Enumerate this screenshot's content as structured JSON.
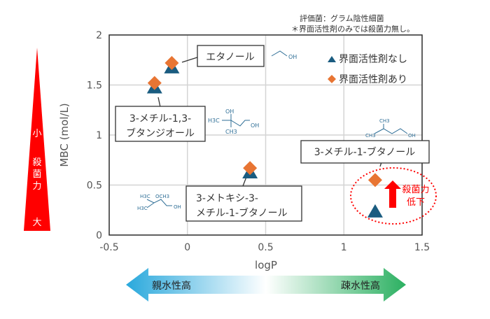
{
  "chart_data": {
    "type": "scatter",
    "xlabel": "logP",
    "ylabel": "MBC (mol/L)",
    "xlim": [
      -0.5,
      1.5
    ],
    "ylim": [
      0,
      2
    ],
    "xticks": [
      "-0.5",
      "0",
      "0.5",
      "1",
      "1.5"
    ],
    "yticks": [
      "0",
      "0.5",
      "1",
      "1.5",
      "2"
    ],
    "grid": true,
    "legend_position": "top-right",
    "series": [
      {
        "name": "界面活性剤なし",
        "marker": "triangle",
        "color": "#1a5c80",
        "points": [
          {
            "x": -0.1,
            "y": 1.7
          },
          {
            "x": -0.21,
            "y": 1.5
          },
          {
            "x": 0.4,
            "y": 0.65
          },
          {
            "x": 1.2,
            "y": 0.26
          }
        ]
      },
      {
        "name": "界面活性剤あり",
        "marker": "diamond",
        "color": "#e87533",
        "points": [
          {
            "x": -0.1,
            "y": 1.72
          },
          {
            "x": -0.21,
            "y": 1.52
          },
          {
            "x": 0.4,
            "y": 0.67
          },
          {
            "x": 1.2,
            "y": 0.55
          }
        ]
      }
    ],
    "compounds": [
      "エタノール",
      "3-メチル-1,3-",
      "ブタンジオール",
      "3-メトキシ-3-",
      "メチル-1-ブタノール",
      "3-メチル-1-ブタノール"
    ],
    "annotations": {
      "note1": "評価菌：グラム陰性細菌",
      "note2": "＊界面活性剤のみでは殺菌力無し。",
      "drop1": "殺菌力",
      "drop2": "低下",
      "left_small": "小",
      "left_label": [
        "殺",
        "菌",
        "力"
      ],
      "left_large": "大",
      "hydrophilic": "親水性高",
      "hydrophobic": "疎水性高"
    },
    "structures": {
      "oh": "OH",
      "h3c": "H3C",
      "ch3": "CH3",
      "och3": "OCH3"
    }
  },
  "colors": {
    "triangle": "#1a5c80",
    "diamond": "#e87533",
    "red": "#ff0000",
    "struct": "#2e6e96"
  }
}
